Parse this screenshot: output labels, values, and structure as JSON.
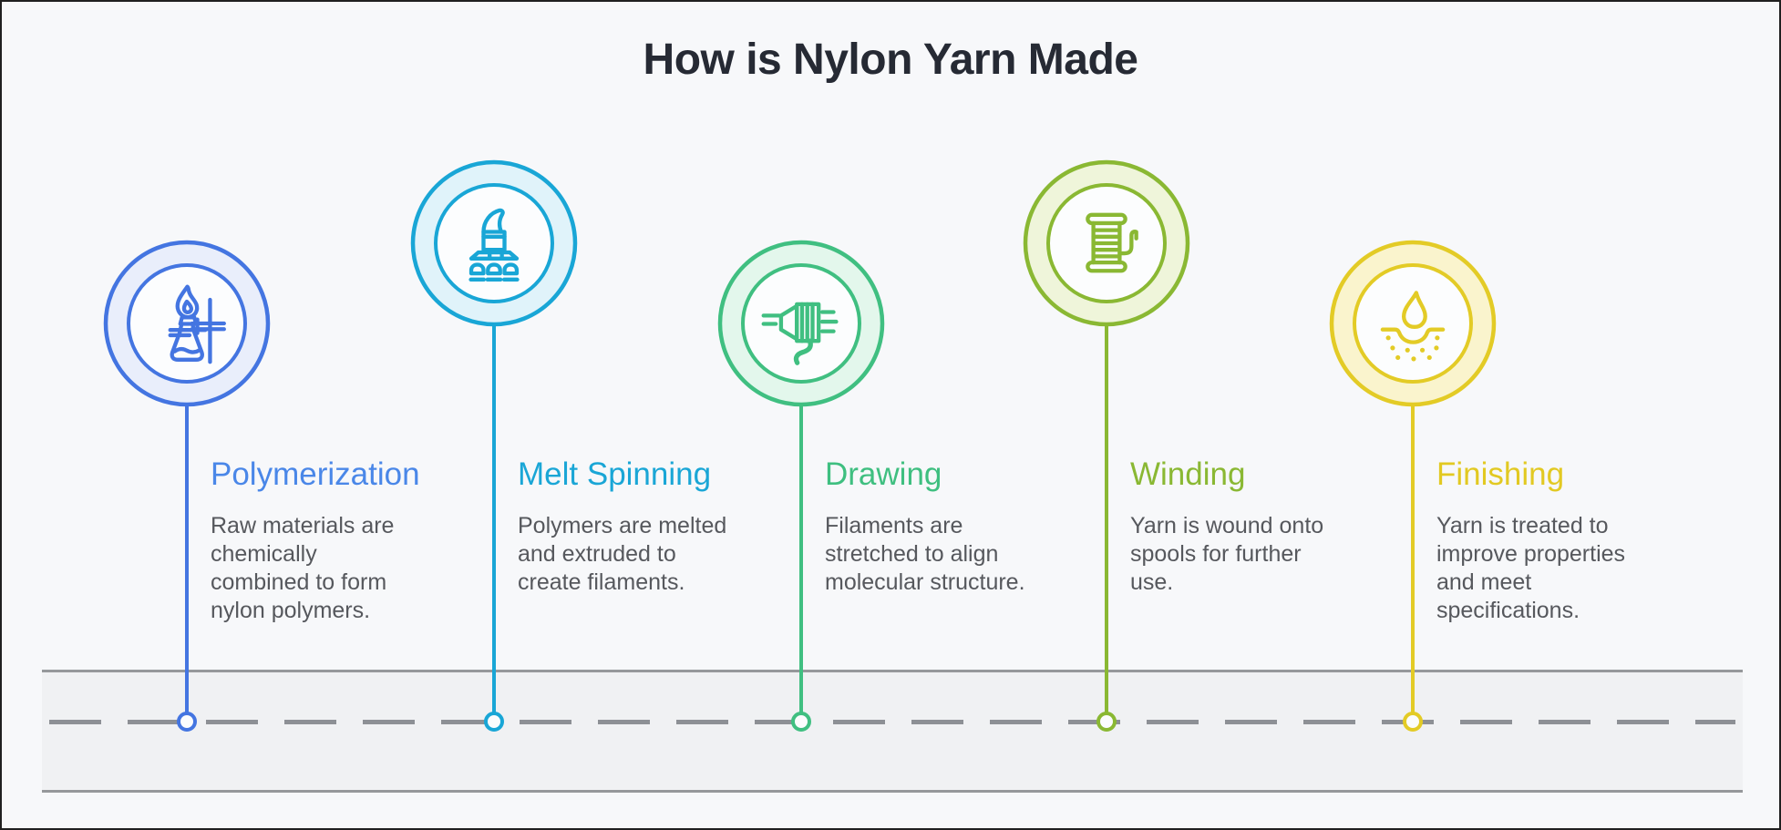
{
  "page_title": "How is Nylon Yarn Made",
  "steps": [
    {
      "title": "Polymerization",
      "description": "Raw materials are\nchemically\ncombined to form\nnylon polymers.",
      "color": "#4475e1",
      "tint": "#e9eefb",
      "title_color": "#4a87e8",
      "icon": "flask-burner-icon"
    },
    {
      "title": "Melt Spinning",
      "description": "Polymers are melted\nand extruded to\ncreate filaments.",
      "color": "#19a6d6",
      "tint": "#e0f3fa",
      "title_color": "#1aa6d6",
      "icon": "melting-machine-icon"
    },
    {
      "title": "Drawing",
      "description": "Filaments are\nstretched to align\nmolecular structure.",
      "color": "#40bf81",
      "tint": "#e3f7ec",
      "title_color": "#3fbf80",
      "icon": "spinneret-icon"
    },
    {
      "title": "Winding",
      "description": "Yarn is wound onto\nspools for further\nuse.",
      "color": "#8ab833",
      "tint": "#eff5da",
      "title_color": "#8ab833",
      "icon": "yarn-spool-icon"
    },
    {
      "title": "Finishing",
      "description": "Yarn is treated to\nimprove properties\nand meet\nspecifications.",
      "color": "#e3cb26",
      "tint": "#faf4cd",
      "title_color": "#e2c922",
      "icon": "droplet-treatment-icon"
    }
  ]
}
